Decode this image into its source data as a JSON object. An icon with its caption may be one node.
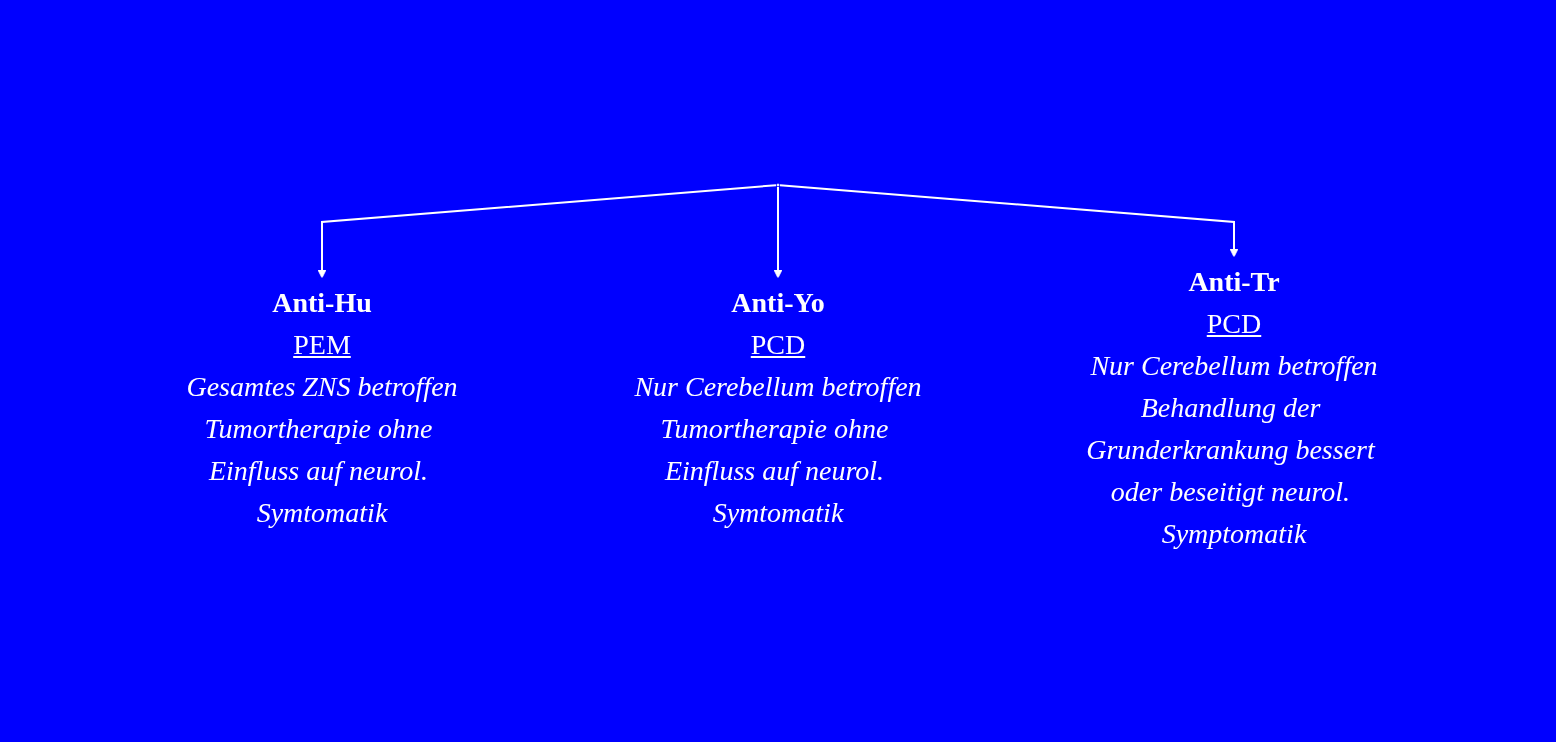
{
  "diagram": {
    "nodes": [
      {
        "text": [
          "Anti-Hu",
          "PEM",
          "Gesamtes ZNS betroffen",
          "Tumortherapie ohne Einfluss auf neurol. Symtomatik"
        ]
      },
      {
        "text": [
          "Anti-Yo",
          "PCD",
          "Nur Cerebellum betroffen",
          "Tumortherapie ohne Einfluss auf neurol. Symtomatik"
        ]
      },
      {
        "text": [
          "Anti-Tr",
          "PCD",
          "Nur Cerebellum betroffen",
          "Behandlung der Grunderkrankung bessert oder beseitigt neurol. Symptomatik"
        ]
      }
    ],
    "edges": [
      {
        "from": null,
        "to": 0,
        "arrow": "to"
      },
      {
        "from": null,
        "to": 1,
        "arrow": "to"
      },
      {
        "from": null,
        "to": 2,
        "arrow": "to"
      }
    ]
  }
}
